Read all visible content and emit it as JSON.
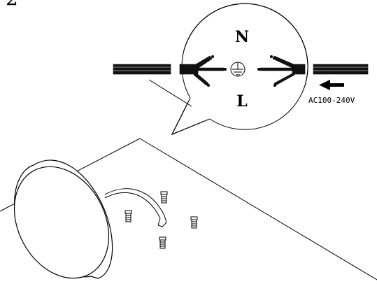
{
  "step": {
    "number": "2"
  },
  "callout": {
    "neutral_label": "N",
    "live_label": "L",
    "ground_symbol": "ground-icon"
  },
  "supply": {
    "voltage_label": "AC100-240V",
    "direction_icon": "arrow-left-icon"
  },
  "colors": {
    "line": "#000000",
    "background": "#ffffff"
  }
}
